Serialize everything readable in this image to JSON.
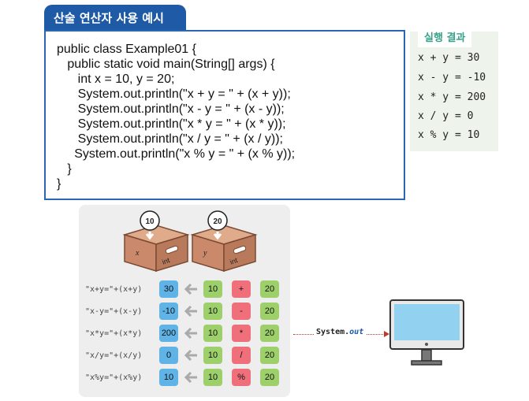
{
  "title": "산술 연산자 사용 예시",
  "code": {
    "lines": [
      "public class Example01 {",
      "   public static void main(String[] args) {",
      "      int x = 10, y = 20;",
      "      System.out.println(\"x + y = \" + (x + y));",
      "      System.out.println(\"x - y = \" + (x - y));",
      "      System.out.println(\"x * y = \" + (x * y));",
      "      System.out.println(\"x / y = \" + (x / y));",
      "     System.out.println(\"x % y = \" + (x % y));",
      "   }",
      "}"
    ]
  },
  "results": {
    "title": "실행 결과",
    "lines": [
      "x + y = 30",
      "x - y = -10",
      "x * y = 200",
      "x / y = 0",
      "x % y = 10"
    ]
  },
  "diagram": {
    "boxes": [
      {
        "value": "10",
        "side_label": "x",
        "type_label": "int"
      },
      {
        "value": "20",
        "side_label": "y",
        "type_label": "int"
      }
    ],
    "rows": [
      {
        "expr": "\"x+y=\"+(x+y)",
        "result": "30",
        "x": "10",
        "op": "+",
        "y": "20"
      },
      {
        "expr": "\"x-y=\"+(x-y)",
        "result": "-10",
        "x": "10",
        "op": "-",
        "y": "20"
      },
      {
        "expr": "\"x*y=\"+(x*y)",
        "result": "200",
        "x": "10",
        "op": "*",
        "y": "20"
      },
      {
        "expr": "\"x/y=\"+(x/y)",
        "result": "0",
        "x": "10",
        "op": "/",
        "y": "20"
      },
      {
        "expr": "\"x%y=\"+(x%y)",
        "result": "10",
        "x": "10",
        "op": "%",
        "y": "20"
      }
    ],
    "output_label_prefix": "System.",
    "output_label_suffix": "out",
    "colors": {
      "result": "#5fb3e6",
      "operand": "#9dd06a",
      "operator": "#ef6f7a",
      "box": "#c9896a"
    }
  }
}
